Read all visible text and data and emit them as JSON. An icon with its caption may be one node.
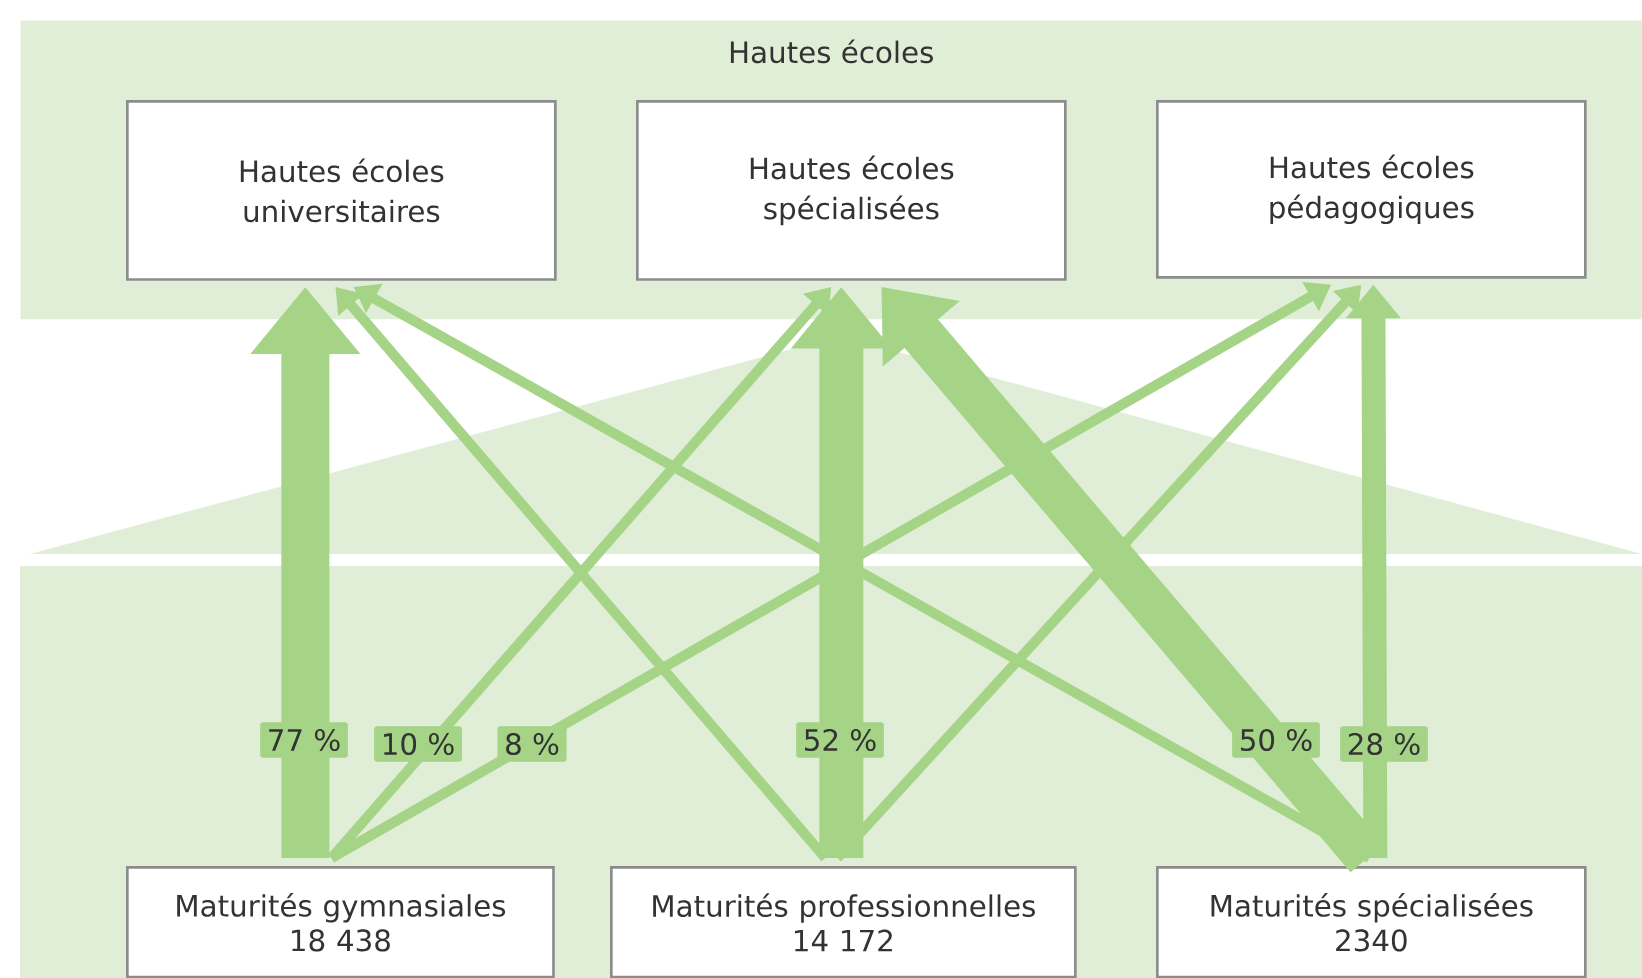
{
  "diagram": {
    "nodes": [
      {
        "text": [
          "Hautes écoles"
        ]
      },
      {
        "text": [
          "Hautes écoles universitaires"
        ],
        "in": 0
      },
      {
        "text": [
          "Hautes écoles spécialisées"
        ],
        "in": 0
      },
      {
        "text": [
          "Hautes écoles pédagogiques"
        ],
        "in": 0
      },
      {
        "text": [
          "Maturités gymnasiales",
          "18 438"
        ]
      },
      {
        "text": [
          "Maturités professionnelles",
          "14 172"
        ]
      },
      {
        "text": [
          "Maturités spécialisées",
          "2340"
        ]
      }
    ],
    "edges": [
      {
        "from": 4,
        "to": 1,
        "arrow": "to",
        "label": "77 %",
        "style": "thick"
      },
      {
        "from": 4,
        "to": 2,
        "arrow": "to",
        "label": "10 %"
      },
      {
        "from": 4,
        "to": 3,
        "arrow": "to",
        "label": "8 %"
      },
      {
        "from": 5,
        "to": 1,
        "arrow": "to"
      },
      {
        "from": 5,
        "to": 2,
        "arrow": "to",
        "label": "52 %",
        "style": "thick"
      },
      {
        "from": 5,
        "to": 3,
        "arrow": "to"
      },
      {
        "from": 6,
        "to": 1,
        "arrow": "to"
      },
      {
        "from": 6,
        "to": 2,
        "arrow": "to",
        "label": "50 %",
        "style": "thick"
      },
      {
        "from": 6,
        "to": 3,
        "arrow": "to",
        "label": "28 %",
        "style": "thick"
      }
    ]
  }
}
